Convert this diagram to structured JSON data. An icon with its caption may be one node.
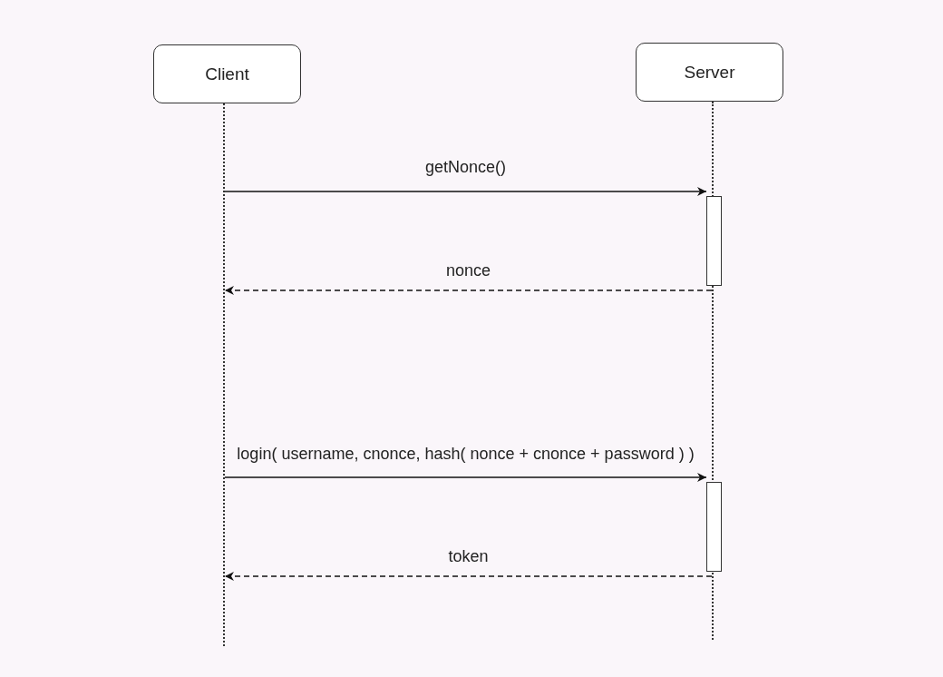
{
  "diagram": {
    "nodes": [
      {
        "text": [
          "Client"
        ]
      },
      {
        "text": [
          "Server"
        ]
      },
      {
        "text": [],
        "shape": "line"
      },
      {
        "text": [],
        "shape": "line"
      },
      {
        "text": [],
        "shape": "bar"
      },
      {
        "text": [],
        "shape": "bar"
      }
    ],
    "edges": [
      {
        "from": 2,
        "to": 4,
        "label": "getNonce()",
        "arrow": "to"
      },
      {
        "from": 3,
        "to": 2,
        "label": "nonce",
        "arrow": "to",
        "style": "dashed"
      },
      {
        "from": 2,
        "to": 5,
        "label": "login( username, cnonce, hash( nonce + cnonce + password ) )",
        "arrow": "to"
      },
      {
        "from": 3,
        "to": 2,
        "label": "token",
        "arrow": "to",
        "style": "dashed"
      }
    ]
  }
}
